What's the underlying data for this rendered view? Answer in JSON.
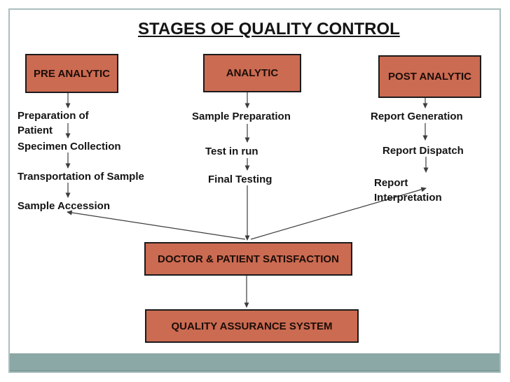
{
  "slide": {
    "title": "STAGES OF QUALITY CONTROL",
    "colors": {
      "box_fill": "#cb6b52",
      "box_border": "#1b1b1b",
      "footer_bar": "#8ba8a6",
      "frame_border": "#abbebe",
      "arrow": "#3d3d3d"
    },
    "columns": [
      {
        "header": "PRE ANALYTIC",
        "steps": [
          "Preparation of\nPatient",
          "Specimen Collection",
          "Transportation of Sample",
          "Sample Accession"
        ]
      },
      {
        "header": "ANALYTIC",
        "steps": [
          "Sample Preparation",
          "Test in run",
          "Final Testing"
        ]
      },
      {
        "header": "POST ANALYTIC",
        "steps": [
          "Report Generation",
          "Report Dispatch",
          "Report\nInterpretation"
        ]
      }
    ],
    "bottom_boxes": [
      "DOCTOR & PATIENT SATISFACTION",
      "QUALITY ASSURANCE SYSTEM"
    ]
  }
}
